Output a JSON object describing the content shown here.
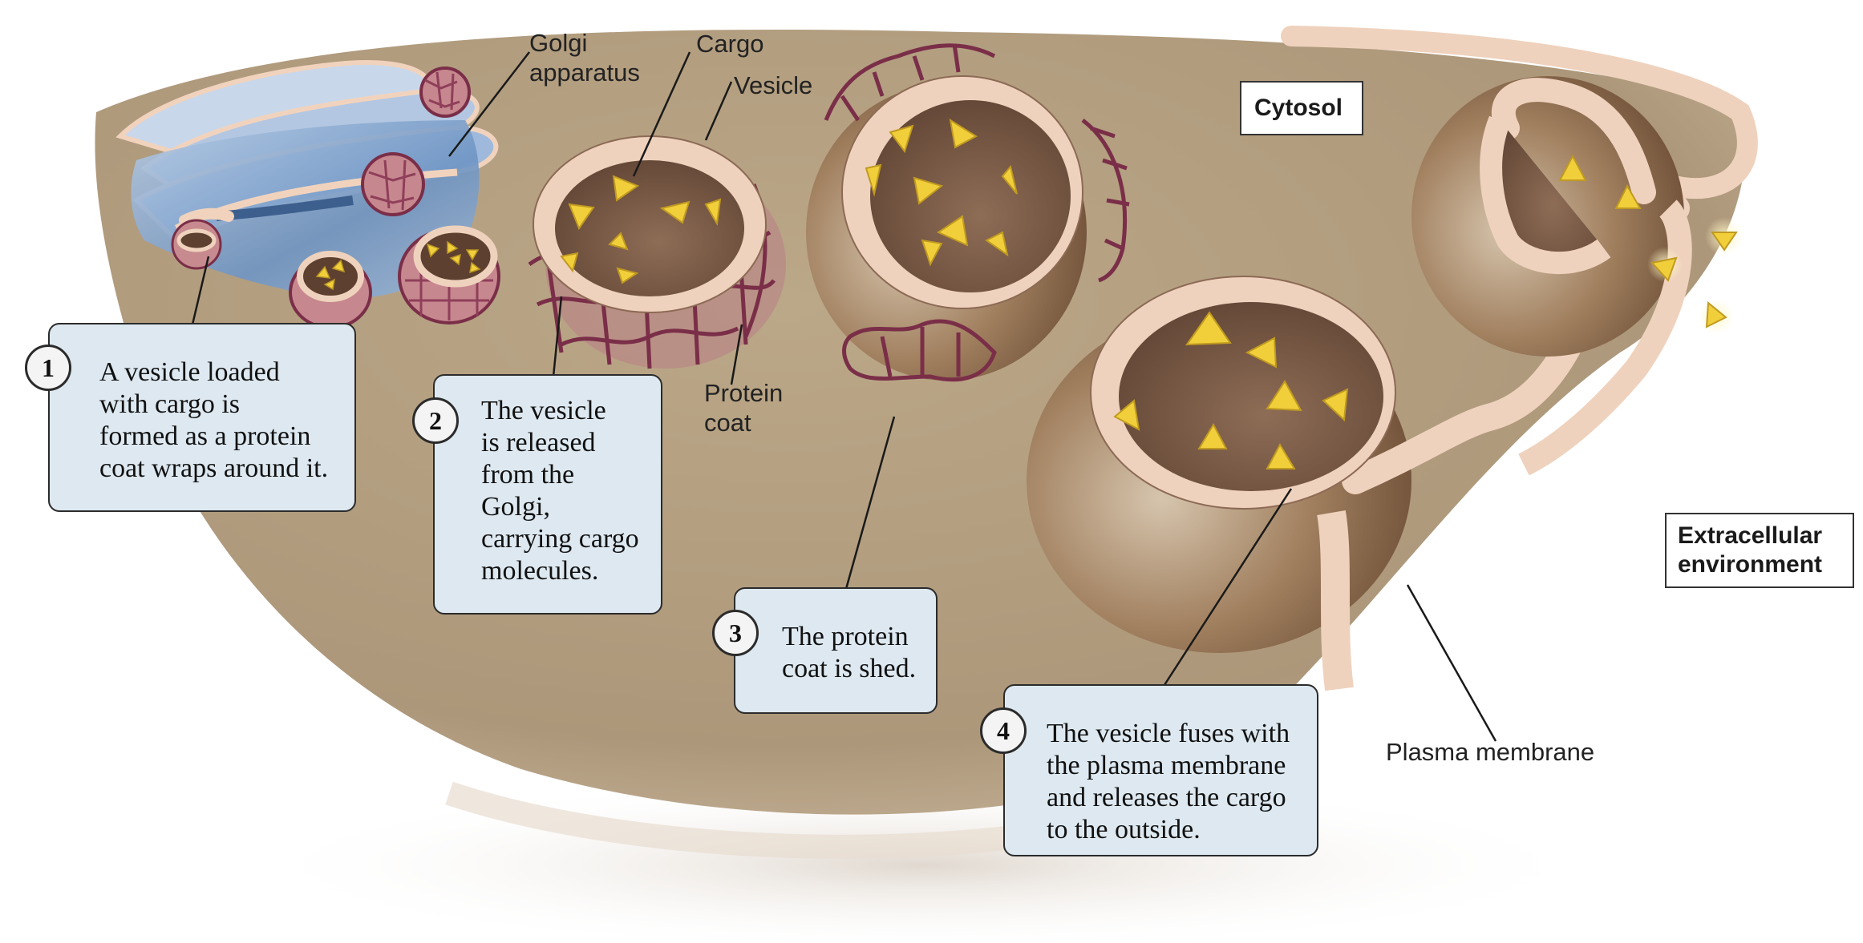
{
  "labels": {
    "golgi": "Golgi\napparatus",
    "cargo": "Cargo",
    "vesicle": "Vesicle",
    "protein_coat": "Protein\ncoat",
    "plasma_membrane": "Plasma membrane",
    "cytosol": "Cytosol",
    "extracellular": "Extracellular\nenvironment"
  },
  "steps": [
    {
      "number": "1",
      "text": "A vesicle loaded\nwith cargo is\nformed as a protein\ncoat wraps around it."
    },
    {
      "number": "2",
      "text": "The vesicle\nis released\nfrom the\nGolgi,\ncarrying cargo\nmolecules."
    },
    {
      "number": "3",
      "text": "The protein\ncoat is shed."
    },
    {
      "number": "4",
      "text": "The vesicle fuses with\nthe plasma membrane\nand releases the cargo\nto the outside."
    }
  ],
  "colors": {
    "cytosol": "#b49f82",
    "membrane": "#efd2bd",
    "vesicle_interior": "#7a5a45",
    "cargo": "#f1cf3b",
    "protein_coat": "#7a2e48",
    "golgi": "#6f95c4",
    "callout_fill": "#dde8f0"
  }
}
